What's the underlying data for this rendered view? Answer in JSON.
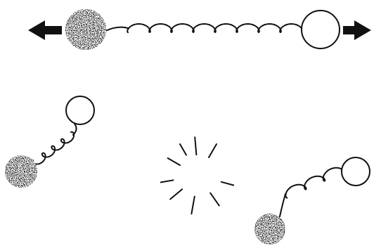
{
  "colors": {
    "ink": "#111111",
    "background": "#ffffff",
    "hollow_fill": "#ffffff"
  },
  "figures": {
    "top": {
      "arrows": [
        "arrow-left-icon",
        "arrow-right-icon"
      ],
      "particles": [
        "dark-particle",
        "light-particle"
      ],
      "spring_coils": 8
    },
    "bottom_left": {
      "particles": [
        "dark-particle",
        "light-particle"
      ],
      "spring_coils": 4
    },
    "burst": {
      "strokes": 9
    },
    "bottom_right": {
      "particles": [
        "light-particle",
        "dark-particle"
      ],
      "spring_coils": 3
    }
  }
}
